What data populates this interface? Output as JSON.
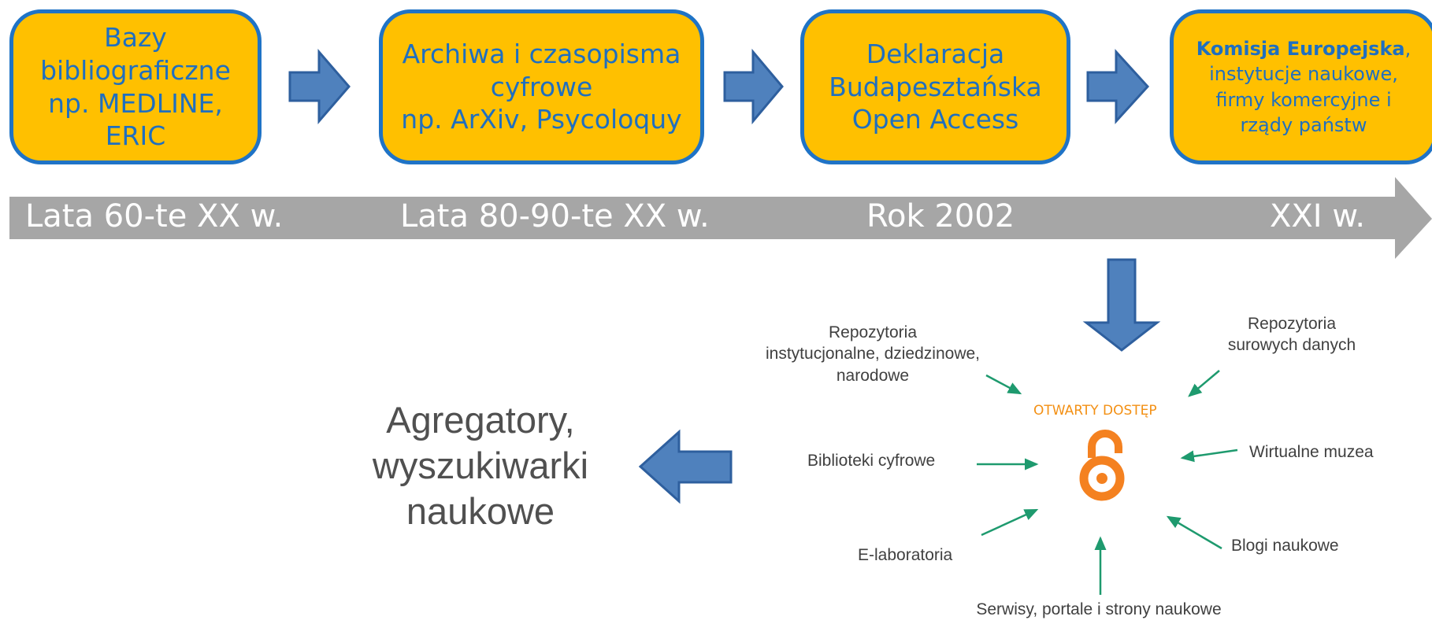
{
  "boxes": [
    {
      "text": "Bazy\nbibliograficzne\nnp. MEDLINE,\nERIC"
    },
    {
      "text": "Archiwa i czasopisma\ncyfrowe\nnp. ArXiv, Psycoloquy"
    },
    {
      "text": "Deklaracja\nBudapesztańska\nOpen Access"
    },
    {
      "bold": "Komisja Europejska",
      "rest": ",\ninstytucje naukowe,\nfirmy komercyjne i\nrządy państw"
    }
  ],
  "timeline": [
    "Lata 60-te XX w.",
    "Lata 80-90-te XX w.",
    "Rok 2002",
    "XXI w."
  ],
  "hub": {
    "title": "OTWARTY DOSTĘP",
    "icon": "open-access-lock-icon",
    "sources": {
      "repo_inst": "Repozytoria\ninstytucjonalne, dziedzinowe, narodowe",
      "repo_raw": "Repozytoria\nsurowych danych",
      "biblioteki": "Biblioteki cyfrowe",
      "muzea": "Wirtualne muzea",
      "elab": "E-laboratoria",
      "blogi": "Blogi naukowe",
      "serwisy": "Serwisy, portale i strony naukowe"
    }
  },
  "result": "Agregatory,\nwyszukiwarki\nnaukowe",
  "colors": {
    "box_fill": "#FFC000",
    "box_border": "#1F73C6",
    "box_text": "#1F6FC0",
    "arrow_fill": "#4F81BD",
    "timeline_bar": "#A6A6A6",
    "connector": "#1E9A6E",
    "oa_orange": "#F48120"
  }
}
